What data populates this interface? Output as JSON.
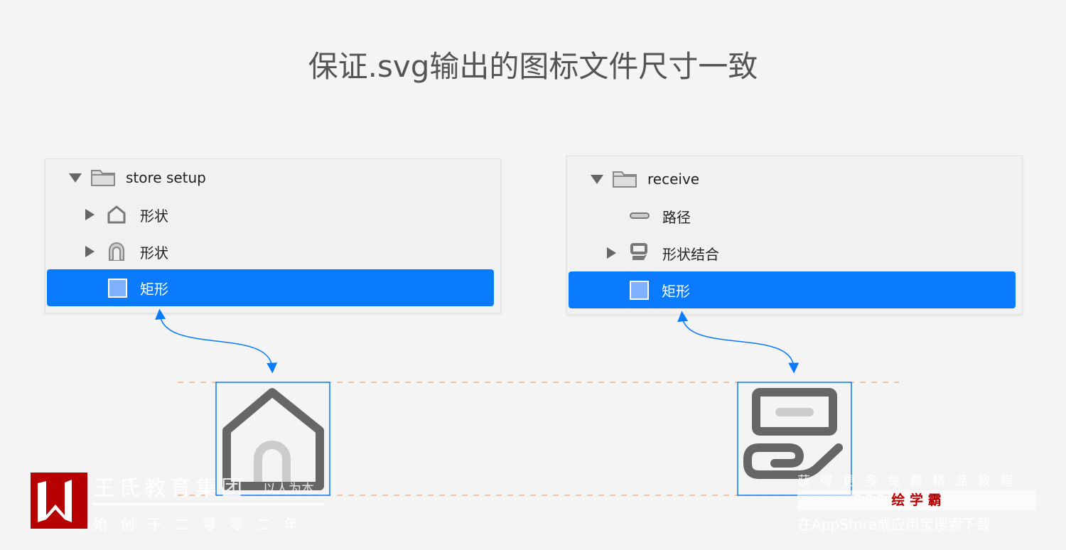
{
  "title": "保证.svg输出的图标文件尺寸一致",
  "left_panel": {
    "items": [
      {
        "label": "store setup",
        "icon": "folder-icon"
      },
      {
        "label": "形状",
        "icon": "house-shape-icon"
      },
      {
        "label": "形状",
        "icon": "arch-shape-icon"
      },
      {
        "label": "矩形",
        "icon": "rectangle-icon",
        "selected": true
      }
    ]
  },
  "right_panel": {
    "items": [
      {
        "label": "receive",
        "icon": "folder-icon"
      },
      {
        "label": "路径",
        "icon": "path-icon"
      },
      {
        "label": "形状结合",
        "icon": "combined-shape-icon"
      },
      {
        "label": "矩形",
        "icon": "rectangle-icon",
        "selected": true
      }
    ]
  },
  "colors": {
    "accent": "#0a7aff",
    "guide": "#f5b183",
    "icon": "#666666"
  },
  "watermark": {
    "brand": "王氏教育集团",
    "slogan": "以人为本",
    "founded": "始 创 于 二 零 零 二 年",
    "promo": "获 得 更 多 免 费 精 品 教 程",
    "app": "绘 学 霸",
    "download": "在AppStore或应用宝搜索下载"
  }
}
